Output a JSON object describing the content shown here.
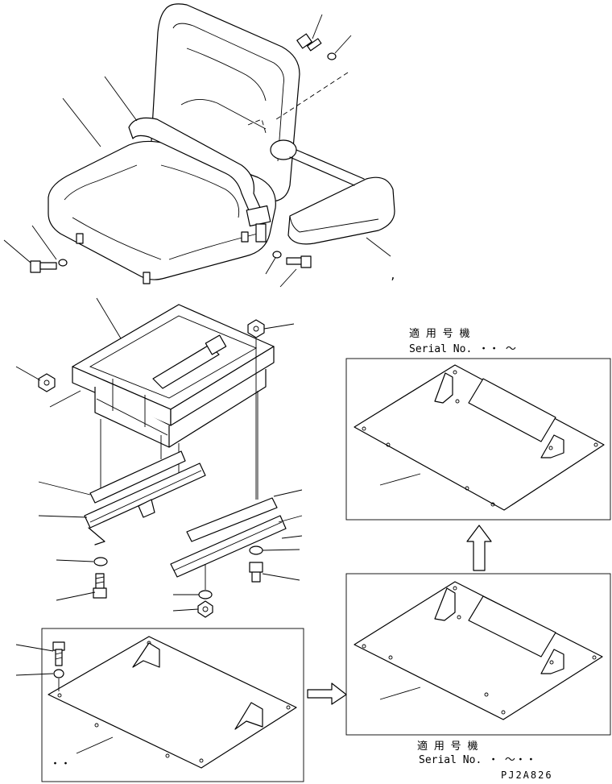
{
  "labels": {
    "serial_label_upper_jp": "適 用 号 機",
    "serial_label_upper_en": "Serial No. ・・ ～",
    "serial_label_lower_jp": "適 用 号 機",
    "serial_label_lower_en": "Serial No. ・ ～・・",
    "drawing_code": "PJ2A826",
    "comma_mark": ","
  }
}
